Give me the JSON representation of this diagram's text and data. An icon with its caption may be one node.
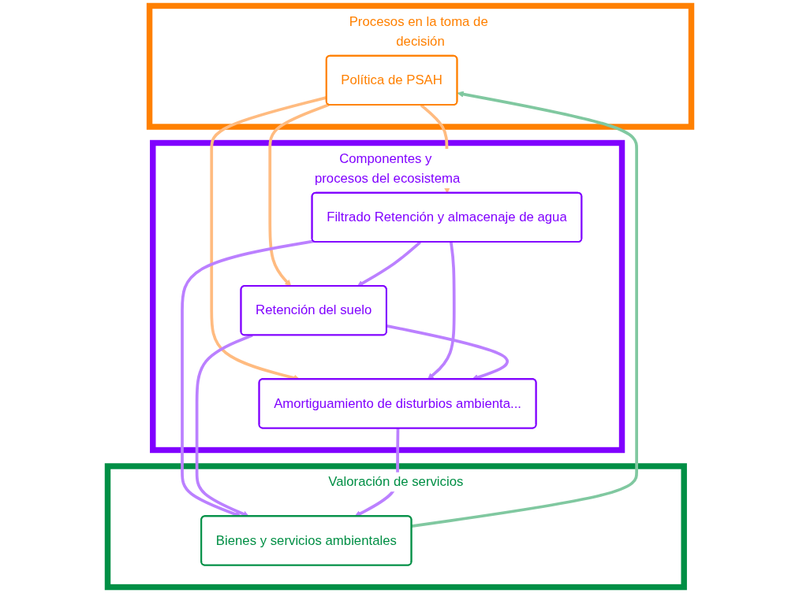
{
  "diagram": {
    "nodes": [
      {
        "text": [
          "Procesos en la toma de decisión"
        ]
      },
      {
        "text": [
          "Política de PSAH"
        ],
        "in": 0
      },
      {
        "text": [
          "Componentes y procesos del ecosistema"
        ]
      },
      {
        "text": [
          "Filtrado Retención y almacenaje de agua"
        ],
        "in": 2
      },
      {
        "text": [
          "Retención del suelo"
        ],
        "in": 2
      },
      {
        "text": [
          "Amortiguamiento de disturbios ambienta..."
        ],
        "in": 2
      },
      {
        "text": [
          "Valoración de servicios"
        ]
      },
      {
        "text": [
          "Bienes y servicios ambientales"
        ],
        "in": 6
      }
    ],
    "edges": [
      {
        "from": 1,
        "to": 3,
        "arrow": "to",
        "color": "#ffbb80"
      },
      {
        "from": 1,
        "to": 5,
        "arrow": "to",
        "color": "#ffbb80"
      },
      {
        "from": 1,
        "to": 4,
        "arrow": "to",
        "color": "#ffbb80"
      },
      {
        "from": 3,
        "to": 4,
        "arrow": "to"
      },
      {
        "from": 3,
        "to": 5,
        "arrow": "to"
      },
      {
        "from": 3,
        "to": 7,
        "arrow": "to"
      },
      {
        "from": 4,
        "to": 5,
        "arrow": "to"
      },
      {
        "from": 4,
        "to": 7,
        "arrow": "to"
      },
      {
        "from": 5,
        "to": 7,
        "arrow": "to"
      },
      {
        "from": 7,
        "to": 1,
        "arrow": "to",
        "color": "#80c8a0"
      }
    ]
  }
}
